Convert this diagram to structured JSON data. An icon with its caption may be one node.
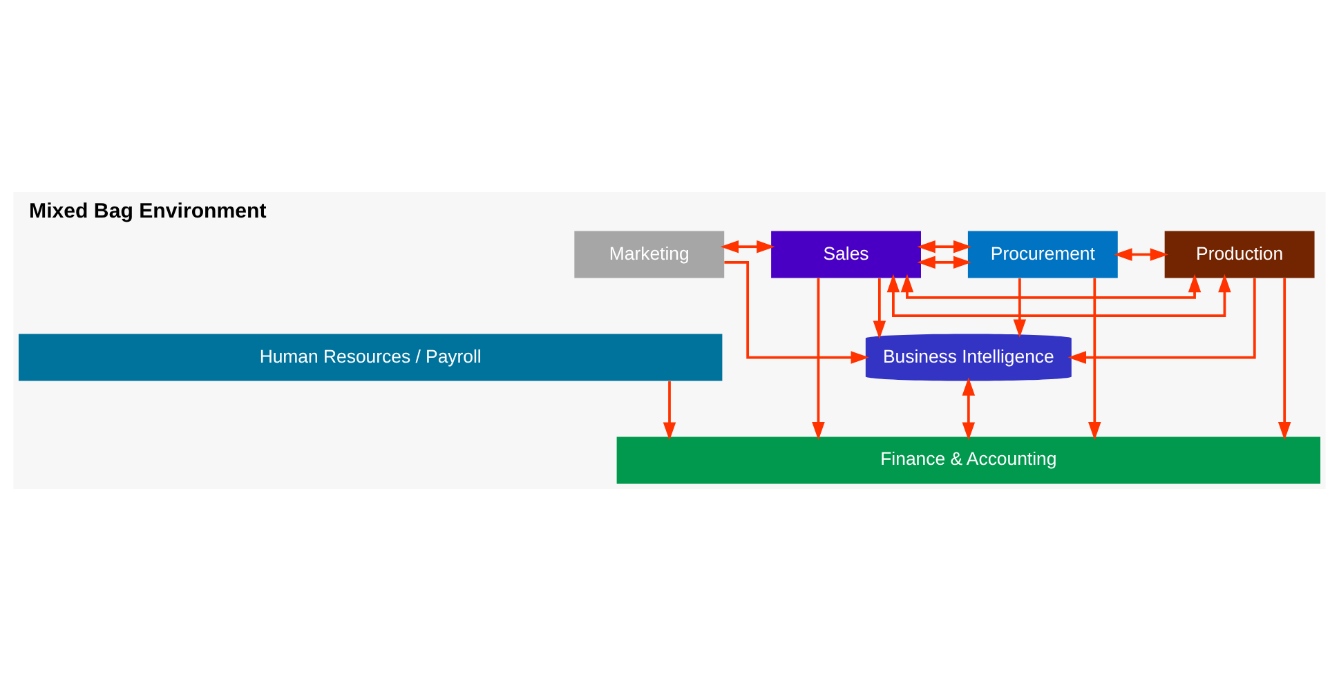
{
  "diagram": {
    "title": "Mixed Bag Environment",
    "nodes": [
      {
        "text": [
          "Human Resources / Payroll"
        ]
      },
      {
        "text": [
          "Finance & Accounting"
        ]
      },
      {
        "text": [
          "Marketing"
        ]
      },
      {
        "text": [
          "Sales"
        ]
      },
      {
        "text": [
          "Procurement"
        ]
      },
      {
        "text": [
          "Production"
        ]
      },
      {
        "text": [
          "Business Intelligence"
        ]
      }
    ],
    "edges": [
      {
        "from": 0,
        "to": 1,
        "arrow": "to"
      },
      {
        "from": 6,
        "to": 1,
        "arrow": "both"
      },
      {
        "from": 3,
        "to": 1,
        "arrow": "to"
      },
      {
        "from": 4,
        "to": 1,
        "arrow": "to"
      },
      {
        "from": 5,
        "to": 1,
        "arrow": "to"
      },
      {
        "from": 2,
        "to": 3,
        "arrow": "both"
      },
      {
        "from": 3,
        "to": 4,
        "arrow": "both"
      },
      {
        "from": 4,
        "to": 5,
        "arrow": "both"
      },
      {
        "from": 2,
        "to": 6,
        "arrow": "to"
      },
      {
        "from": 3,
        "to": 6,
        "arrow": "to"
      },
      {
        "from": 4,
        "to": 6,
        "arrow": "to"
      },
      {
        "from": 5,
        "to": 6,
        "arrow": "to"
      },
      {
        "from": 3,
        "to": 5,
        "arrow": "both"
      },
      {
        "from": 3,
        "to": 4,
        "arrow": "both"
      },
      {
        "from": 3,
        "to": 5,
        "arrow": "both"
      }
    ]
  }
}
